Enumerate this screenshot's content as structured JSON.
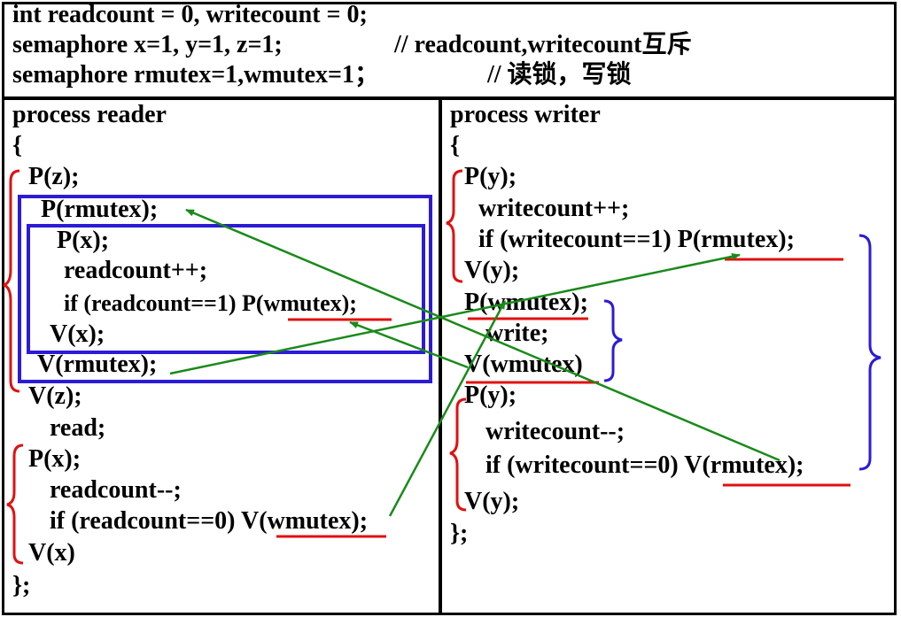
{
  "header": {
    "line1": "int readcount = 0, writecount = 0;",
    "line2_code": "semaphore x=1, y=1, z=1;",
    "line2_comment": "// readcount,writecount互斥",
    "line3_code": "semaphore rmutex=1,wmutex=1；",
    "line3_comment": "// 读锁，写锁"
  },
  "reader": {
    "title": "process reader",
    "open_brace": "{",
    "pz": "P(z);",
    "prmutex": "P(rmutex);",
    "px1": "P(x);",
    "inc": "readcount++;",
    "if1": "if (readcount==1) P(wmutex);",
    "vx1": "V(x);",
    "vrmutex": "V(rmutex);",
    "vz": "V(z);",
    "read": "read;",
    "px2": "P(x);",
    "dec": "readcount--;",
    "if2": "if (readcount==0) V(wmutex);",
    "vx2": "V(x)",
    "close_brace": "};"
  },
  "writer": {
    "title": "process writer",
    "open_brace": "{",
    "py1": "P(y);",
    "inc": "writecount++;",
    "if1": "if (writecount==1) P(rmutex);",
    "vy1": "V(y);",
    "pwmutex": "P(wmutex);",
    "write": "write;",
    "vwmutex": "V(wmutex)",
    "py2": "P(y);",
    "dec": "writecount--;",
    "if2": "if (writecount==0) V(rmutex);",
    "vy2": "V(y);",
    "close_brace": "};"
  },
  "colors": {
    "text": "#000000",
    "frame": "#000000",
    "highlight_box": "#2c1bd6",
    "arrow": "#1a8a1a",
    "underline": "#e01010",
    "red_brace": "#e01010",
    "blue_brace": "#2c1bd6"
  }
}
